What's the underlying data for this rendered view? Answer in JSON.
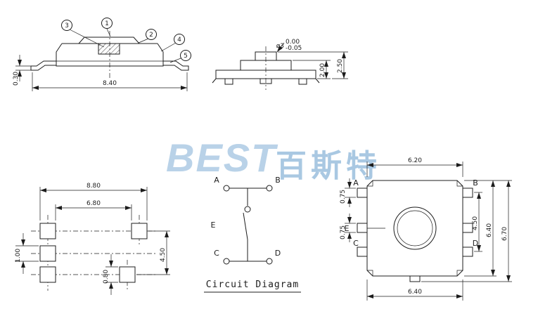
{
  "watermark": {
    "brand": "BEST",
    "cjk": "百斯特",
    "color": "#b9d2e8"
  },
  "side_view": {
    "callouts": [
      "1",
      "2",
      "3",
      "4",
      "5"
    ],
    "dim_width": "8.40",
    "dim_lead": "0.30"
  },
  "front_view": {
    "dim_dia": "ø3",
    "tol_upper": "0.00",
    "tol_lower": "-0.05",
    "dim_body": "2.00",
    "dim_total": "2.50"
  },
  "footprint": {
    "dim_outer": "8.80",
    "dim_inner": "6.80",
    "dim_pitch": "4.50",
    "dim_pad_e": "1.00",
    "dim_pad_d": "0.80"
  },
  "circuit": {
    "nodes": {
      "a": "A",
      "b": "B",
      "e": "E",
      "c": "C",
      "d": "D"
    },
    "caption": "Circuit Diagram"
  },
  "top_view": {
    "pins": {
      "a": "A",
      "b": "B",
      "e": "E",
      "c": "C",
      "d": "D"
    },
    "dim_top": "6.20",
    "dim_bottom": "6.40",
    "dim_pin_a": "0.75",
    "dim_pin_e": "0.75",
    "dim_pitch": "4.50",
    "dim_body": "6.40",
    "dim_overall": "6.70"
  }
}
